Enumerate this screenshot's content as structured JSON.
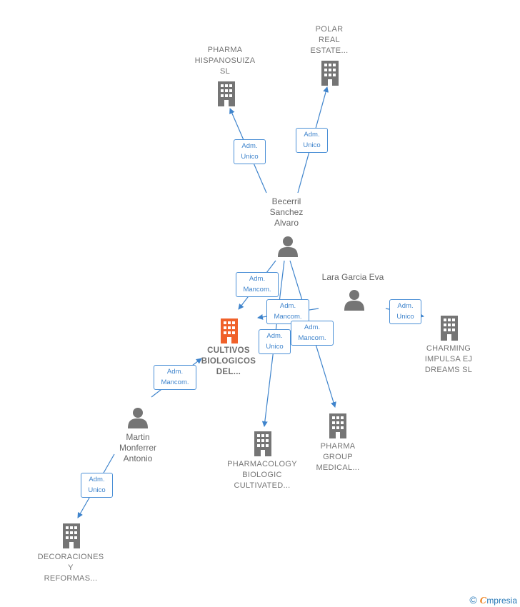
{
  "colors": {
    "edge": "#3f84cc",
    "building": "#757575",
    "main_building": "#f0612a",
    "person": "#757575"
  },
  "companies": [
    {
      "id": "pharma_hispanosuiza",
      "label": "PHARMA\nHISPANOSUIZA\nSL",
      "icon": "building-icon"
    },
    {
      "id": "polar_real_estate",
      "label": "POLAR\nREAL\nESTATE...",
      "icon": "building-icon"
    },
    {
      "id": "cultivos_biologicos",
      "label": "CULTIVOS\nBIOLOGICOS\nDEL...",
      "icon": "building-icon",
      "main": true
    },
    {
      "id": "charming_impulsa",
      "label": "CHARMING\nIMPULSA EJ\nDREAMS  SL",
      "icon": "building-icon"
    },
    {
      "id": "pharmacology_biologic",
      "label": "PHARMACOLOGY\nBIOLOGIC\nCULTIVATED...",
      "icon": "building-icon"
    },
    {
      "id": "pharma_group_medical",
      "label": "PHARMA\nGROUP\nMEDICAL...",
      "icon": "building-icon"
    },
    {
      "id": "decoraciones_reformas",
      "label": "DECORACIONES\nY\nREFORMAS...",
      "icon": "building-icon"
    }
  ],
  "persons": [
    {
      "id": "becerril",
      "label": "Becerril\nSanchez\nAlvaro",
      "icon": "person-icon"
    },
    {
      "id": "lara",
      "label": "Lara Garcia Eva",
      "icon": "person-icon"
    },
    {
      "id": "martin",
      "label": "Martin\nMonferrer\nAntonio",
      "icon": "person-icon"
    }
  ],
  "edges": [
    {
      "id": "e1",
      "label": "Adm.\nUnico"
    },
    {
      "id": "e2",
      "label": "Adm.\nUnico"
    },
    {
      "id": "e3",
      "label": "Adm.\nMancom."
    },
    {
      "id": "e4",
      "label": "Adm.\nMancom."
    },
    {
      "id": "e5",
      "label": "Adm.\nUnico"
    },
    {
      "id": "e6",
      "label": "Adm.\nMancom."
    },
    {
      "id": "e7",
      "label": "Adm.\nUnico"
    },
    {
      "id": "e8",
      "label": "Adm.\nMancom."
    },
    {
      "id": "e9",
      "label": "Adm.\nUnico"
    }
  ],
  "footer": {
    "copyright": "©",
    "brand_initial": "C",
    "brand_rest": "mpresia"
  }
}
